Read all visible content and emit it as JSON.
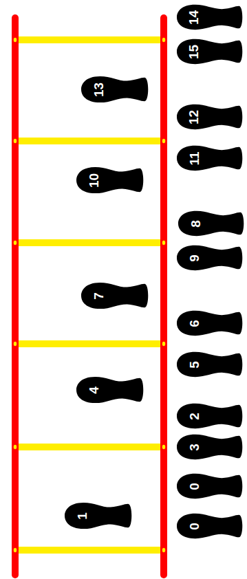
{
  "diagram": {
    "nodes": [
      {
        "text": [
          "14"
        ]
      },
      {
        "text": [
          "15"
        ]
      },
      {
        "text": [
          "13"
        ]
      },
      {
        "text": [
          "12"
        ]
      },
      {
        "text": [
          "11"
        ]
      },
      {
        "text": [
          "10"
        ]
      },
      {
        "text": [
          "8"
        ]
      },
      {
        "text": [
          "9"
        ]
      },
      {
        "text": [
          "7"
        ]
      },
      {
        "text": [
          "6"
        ]
      },
      {
        "text": [
          "5"
        ]
      },
      {
        "text": [
          "4"
        ]
      },
      {
        "text": [
          "2"
        ]
      },
      {
        "text": [
          "3"
        ]
      },
      {
        "text": [
          "0"
        ]
      },
      {
        "text": [
          "1"
        ]
      },
      {
        "text": [
          "0"
        ]
      }
    ]
  }
}
